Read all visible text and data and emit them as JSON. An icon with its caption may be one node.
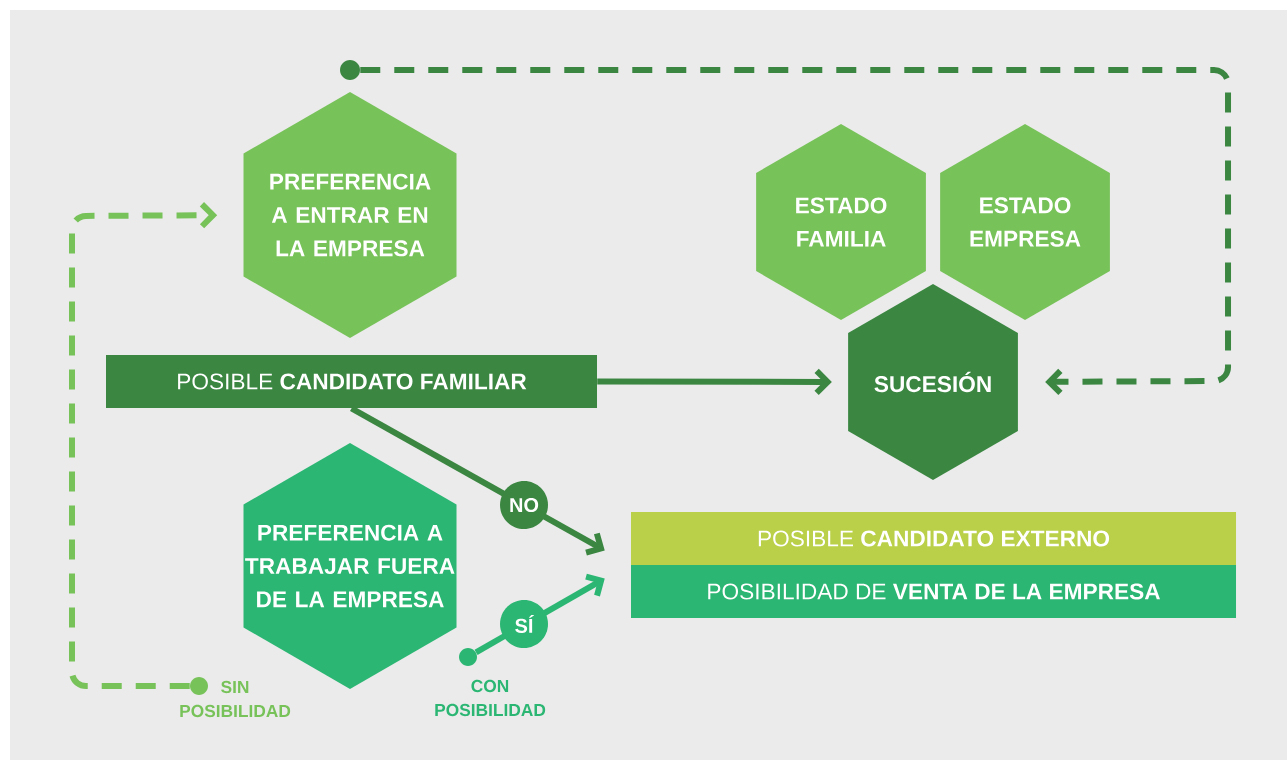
{
  "diagram": {
    "nodes": [
      {
        "text": [
          "PREFERENCIA A ENTRAR EN LA EMPRESA"
        ]
      },
      {
        "text": [
          "ESTADO FAMILIA"
        ]
      },
      {
        "text": [
          "ESTADO EMPRESA"
        ]
      },
      {
        "text": [
          "POSIBLE **CANDIDATO FAMILIAR**"
        ]
      },
      {
        "text": [
          "SUCESIÓN"
        ]
      },
      {
        "text": [
          "PREFERENCIA A TRABAJAR FUERA DE LA EMPRESA"
        ]
      },
      {
        "text": [
          "POSIBLE **CANDIDATO EXTERNO**"
        ]
      },
      {
        "text": [
          "POSIBILIDAD DE **VENTA DE LA EMPRESA**"
        ]
      },
      {
        "text": [],
        "shape": "circle"
      },
      {
        "text": [],
        "shape": "circle",
        "beside": [
          "SIN POSIBILIDAD"
        ]
      },
      {
        "text": [],
        "shape": "circle"
      }
    ],
    "labels": [
      "CON POSIBILIDAD"
    ],
    "edges": [
      {
        "from": 3,
        "to": 4,
        "arrow": "to"
      },
      {
        "from": 3,
        "to": 6,
        "arrow": "to",
        "label": "NO"
      },
      {
        "from": 10,
        "to": 7,
        "arrow": "to",
        "label": "SÍ",
        "color": "#2bb673"
      },
      {
        "from": 9,
        "to": 0,
        "arrow": "to",
        "style": "dashed",
        "color": "#78c25a"
      },
      {
        "from": 8,
        "to": 4,
        "arrow": "to",
        "style": "dashed"
      }
    ]
  }
}
